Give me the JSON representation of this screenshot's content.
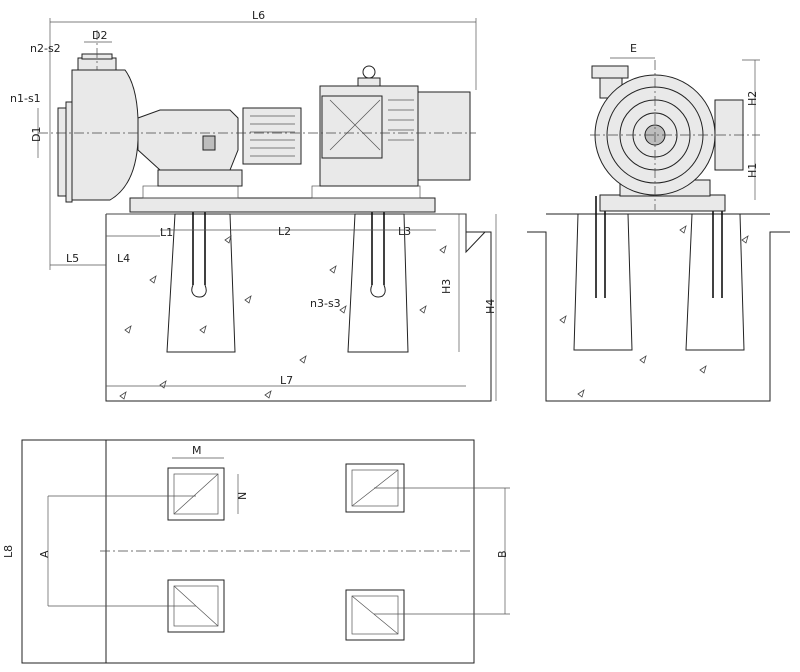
{
  "labels": {
    "L6": "L6",
    "D2": "D2",
    "n2s2": "n2-s2",
    "n1s1": "n1-s1",
    "D1": "D1",
    "L1": "L1",
    "L2": "L2",
    "L3": "L3",
    "L4": "L4",
    "L5": "L5",
    "L7": "L7",
    "H1": "H1",
    "H2": "H2",
    "H3": "H3",
    "H4": "H4",
    "n3s3": "n3-s3",
    "E": "E",
    "M": "M",
    "N": "N",
    "A": "A",
    "B": "B",
    "L8": "L8"
  }
}
